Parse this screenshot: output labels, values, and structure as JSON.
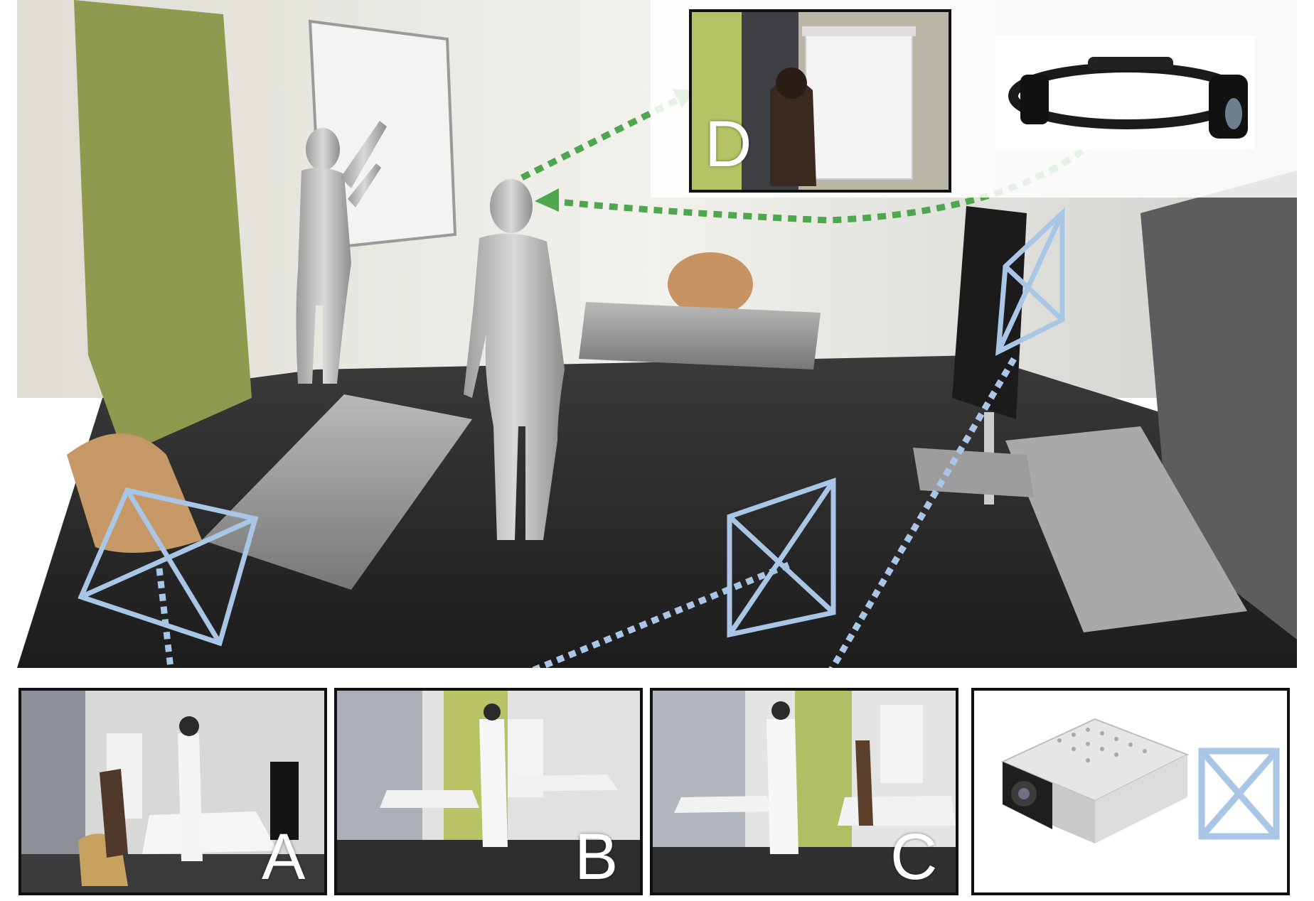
{
  "panels": {
    "a": {
      "letter": "A"
    },
    "b": {
      "letter": "B"
    },
    "c": {
      "letter": "C"
    },
    "d": {
      "letter": "D"
    }
  },
  "colors": {
    "camera_frustum": "#a9c6e6",
    "headset_link": "#4ea64e",
    "panel_border": "#111111"
  },
  "icons": {
    "kinect": "depth-camera-icon",
    "hololens": "headset-icon",
    "camera_symbol": "camera-frustum-icon"
  }
}
